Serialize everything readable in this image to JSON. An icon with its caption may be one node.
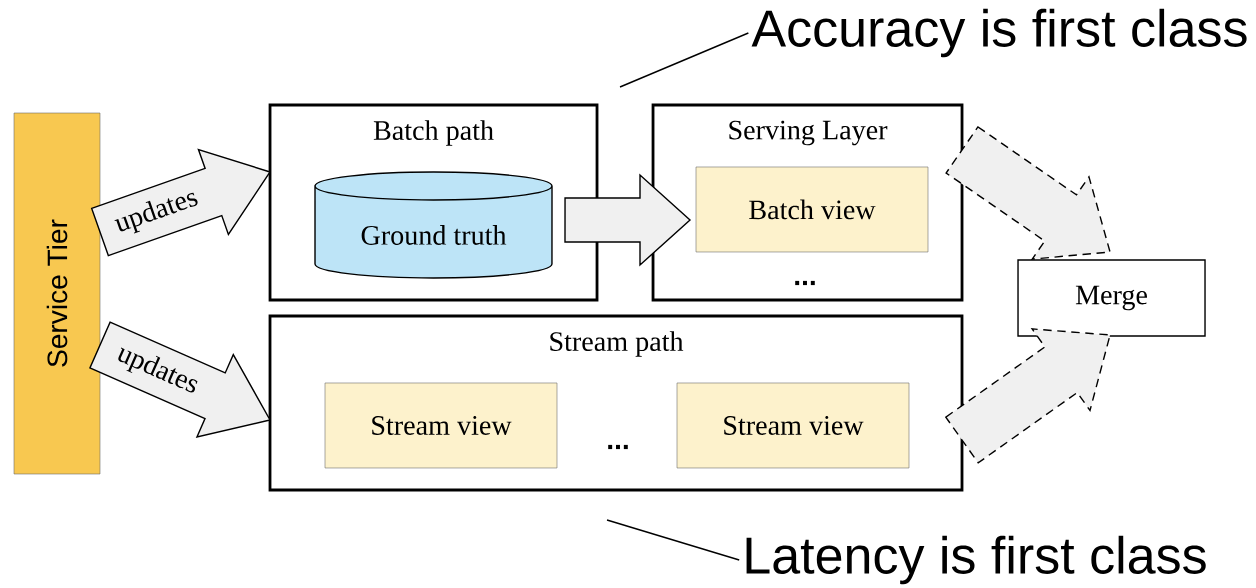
{
  "diagram": {
    "nodes": [
      {
        "text": [
          "Service Tier"
        ]
      },
      {
        "text": [
          "Batch path"
        ]
      },
      {
        "text": [
          "Ground truth"
        ],
        "in": 1
      },
      {
        "text": [
          "Serving Layer"
        ]
      },
      {
        "text": [
          "Batch view"
        ],
        "in": 3
      },
      {
        "text": [
          "Stream path"
        ]
      },
      {
        "text": [
          "Stream view"
        ],
        "in": 5
      },
      {
        "text": [
          "Stream view"
        ],
        "in": 5
      },
      {
        "text": [
          "Merge"
        ]
      },
      {
        "text": [
          "Accuracy is first class"
        ]
      },
      {
        "text": [
          "Latency is first class"
        ]
      }
    ],
    "edges": [
      {
        "from": 0,
        "to": 1,
        "arrow": "to",
        "label": "updates"
      },
      {
        "from": 0,
        "to": 5,
        "arrow": "to",
        "label": "updates"
      },
      {
        "from": 2,
        "to": 4,
        "arrow": "to"
      },
      {
        "from": 3,
        "to": 8,
        "arrow": "to",
        "style": "dashed"
      },
      {
        "from": 5,
        "to": 8,
        "arrow": "to",
        "style": "dashed"
      },
      {
        "from": 9,
        "to": null,
        "arrow": "none"
      },
      {
        "from": 10,
        "to": null,
        "arrow": "none"
      }
    ],
    "labels": [
      "...",
      "..."
    ]
  }
}
